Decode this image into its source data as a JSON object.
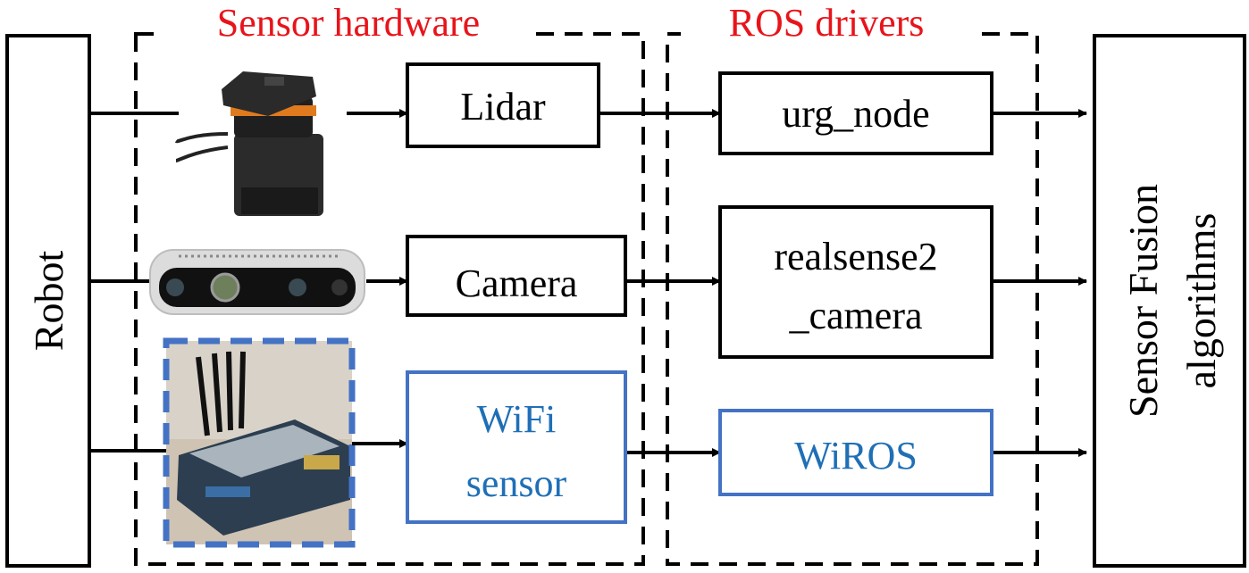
{
  "groups": {
    "sensor_hardware": "Sensor hardware",
    "ros_drivers": "ROS drivers"
  },
  "robot": "Robot",
  "fusion": {
    "line1": "Sensor Fusion",
    "line2": "algorithms"
  },
  "sensors": {
    "lidar": "Lidar",
    "camera": "Camera",
    "wifi": {
      "line1": "WiFi",
      "line2": "sensor"
    }
  },
  "drivers": {
    "urg": "urg_node",
    "realsense": {
      "line1": "realsense2",
      "line2": "_camera"
    },
    "wiros": "WiROS"
  },
  "colors": {
    "group_title": "#e8141b",
    "wifi_accent": "#4472c4",
    "wifi_text": "#1f6fb6",
    "stroke": "#000000"
  },
  "images": [
    "lidar-device",
    "realsense-camera-device",
    "wifi-sensor-board"
  ]
}
